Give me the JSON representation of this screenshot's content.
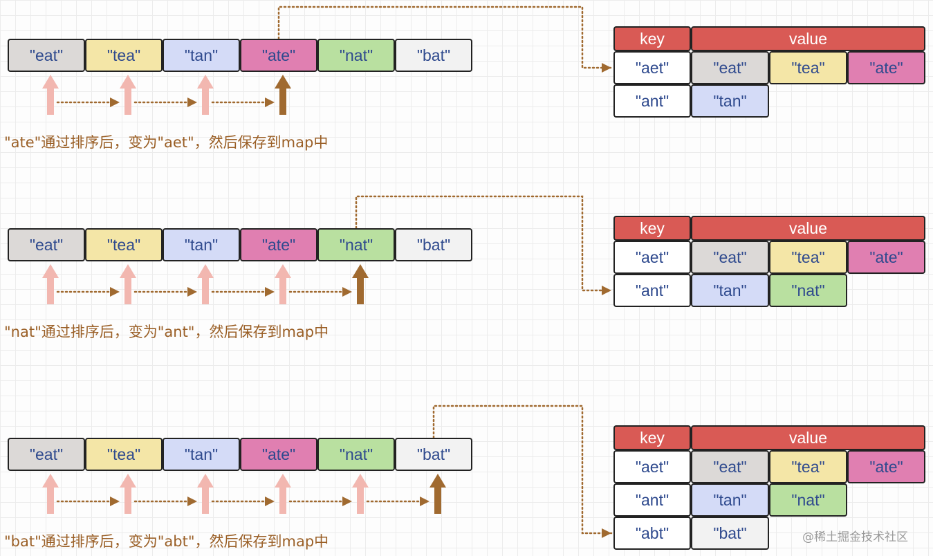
{
  "colors": {
    "eat": "#dcd9d7",
    "tea": "#f4e6a7",
    "tan": "#d4dbf7",
    "ate": "#e07fb1",
    "nat": "#b9e0a0",
    "bat": "#f2f2f2",
    "header": "#d95a55",
    "key_cell": "#ffffff",
    "text": "#2f4a8e",
    "arrow_active": "#a06a30",
    "arrow_faded": "#f2b7b0",
    "caption": "#9a5f26"
  },
  "panels": [
    {
      "array": [
        "\"eat\"",
        "\"tea\"",
        "\"tan\"",
        "\"ate\"",
        "\"nat\"",
        "\"bat\""
      ],
      "current_index": 3,
      "caption": "\"ate\"通过排序后，变为\"aet\"，然后保存到map中",
      "map": {
        "header_key": "key",
        "header_value": "value",
        "rows": [
          {
            "key": "\"aet\"",
            "values": [
              "\"eat\"",
              "\"tea\"",
              "\"ate\""
            ]
          },
          {
            "key": "\"ant\"",
            "values": [
              "\"tan\""
            ]
          }
        ],
        "target_row": 0
      }
    },
    {
      "array": [
        "\"eat\"",
        "\"tea\"",
        "\"tan\"",
        "\"ate\"",
        "\"nat\"",
        "\"bat\""
      ],
      "current_index": 4,
      "caption": "\"nat\"通过排序后，变为\"ant\"，然后保存到map中",
      "map": {
        "header_key": "key",
        "header_value": "value",
        "rows": [
          {
            "key": "\"aet\"",
            "values": [
              "\"eat\"",
              "\"tea\"",
              "\"ate\""
            ]
          },
          {
            "key": "\"ant\"",
            "values": [
              "\"tan\"",
              "\"nat\""
            ]
          }
        ],
        "target_row": 1
      }
    },
    {
      "array": [
        "\"eat\"",
        "\"tea\"",
        "\"tan\"",
        "\"ate\"",
        "\"nat\"",
        "\"bat\""
      ],
      "current_index": 5,
      "caption": "\"bat\"通过排序后，变为\"abt\"，然后保存到map中",
      "map": {
        "header_key": "key",
        "header_value": "value",
        "rows": [
          {
            "key": "\"aet\"",
            "values": [
              "\"eat\"",
              "\"tea\"",
              "\"ate\""
            ]
          },
          {
            "key": "\"ant\"",
            "values": [
              "\"tan\"",
              "\"nat\""
            ]
          },
          {
            "key": "\"abt\"",
            "values": [
              "\"bat\""
            ]
          }
        ],
        "target_row": 2
      }
    }
  ],
  "watermark": "@稀土掘金技术社区"
}
